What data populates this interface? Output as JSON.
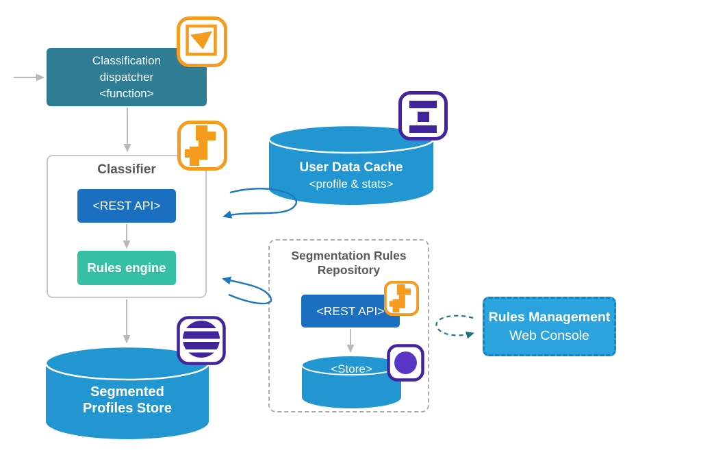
{
  "nodes": {
    "dispatcher": {
      "lines": [
        "Classification",
        "dispatcher",
        "<function>"
      ]
    },
    "classifier": {
      "title": "Classifier",
      "rest_api": "<REST API>",
      "rules_engine": "Rules engine"
    },
    "user_data_cache": {
      "title": "User Data Cache",
      "subtitle": "<profile & stats>"
    },
    "segmented_profiles_store": {
      "lines": [
        "Segmented",
        "Profiles Store"
      ]
    },
    "repository": {
      "title_lines": [
        "Segmentation Rules",
        "Repository"
      ],
      "rest_api": "<REST API>",
      "store": "<Store>"
    },
    "web_console": {
      "lines": [
        "Rules Management",
        "Web Console"
      ]
    }
  },
  "icons": {
    "send": "paper-plane-triangle-in-square",
    "rules_key": "pixelated-key-blocks",
    "cache": "horizontal-bars-cache",
    "striped_sphere": "striped-sphere-store",
    "store_dot": "filled-circle-store"
  },
  "colors": {
    "dispatcher_teal": "#2E7D95",
    "rest_api_blue": "#1B6FC1",
    "rules_engine_green": "#35BFA3",
    "cylinder_blue": "#2196D1",
    "console_blue": "#2BA3DF",
    "console_border_blue": "#0F85C5",
    "accent_orange": "#F59C1F",
    "accent_purple": "#41259C",
    "circle_fill_purple": "#5B35C6",
    "loop_arrow_blue": "#1B78BE",
    "console_loop_teal": "#23707F",
    "connector_gray": "#B9B9B9",
    "box_border_gray": "#C9C9C9",
    "title_gray": "#595959"
  }
}
